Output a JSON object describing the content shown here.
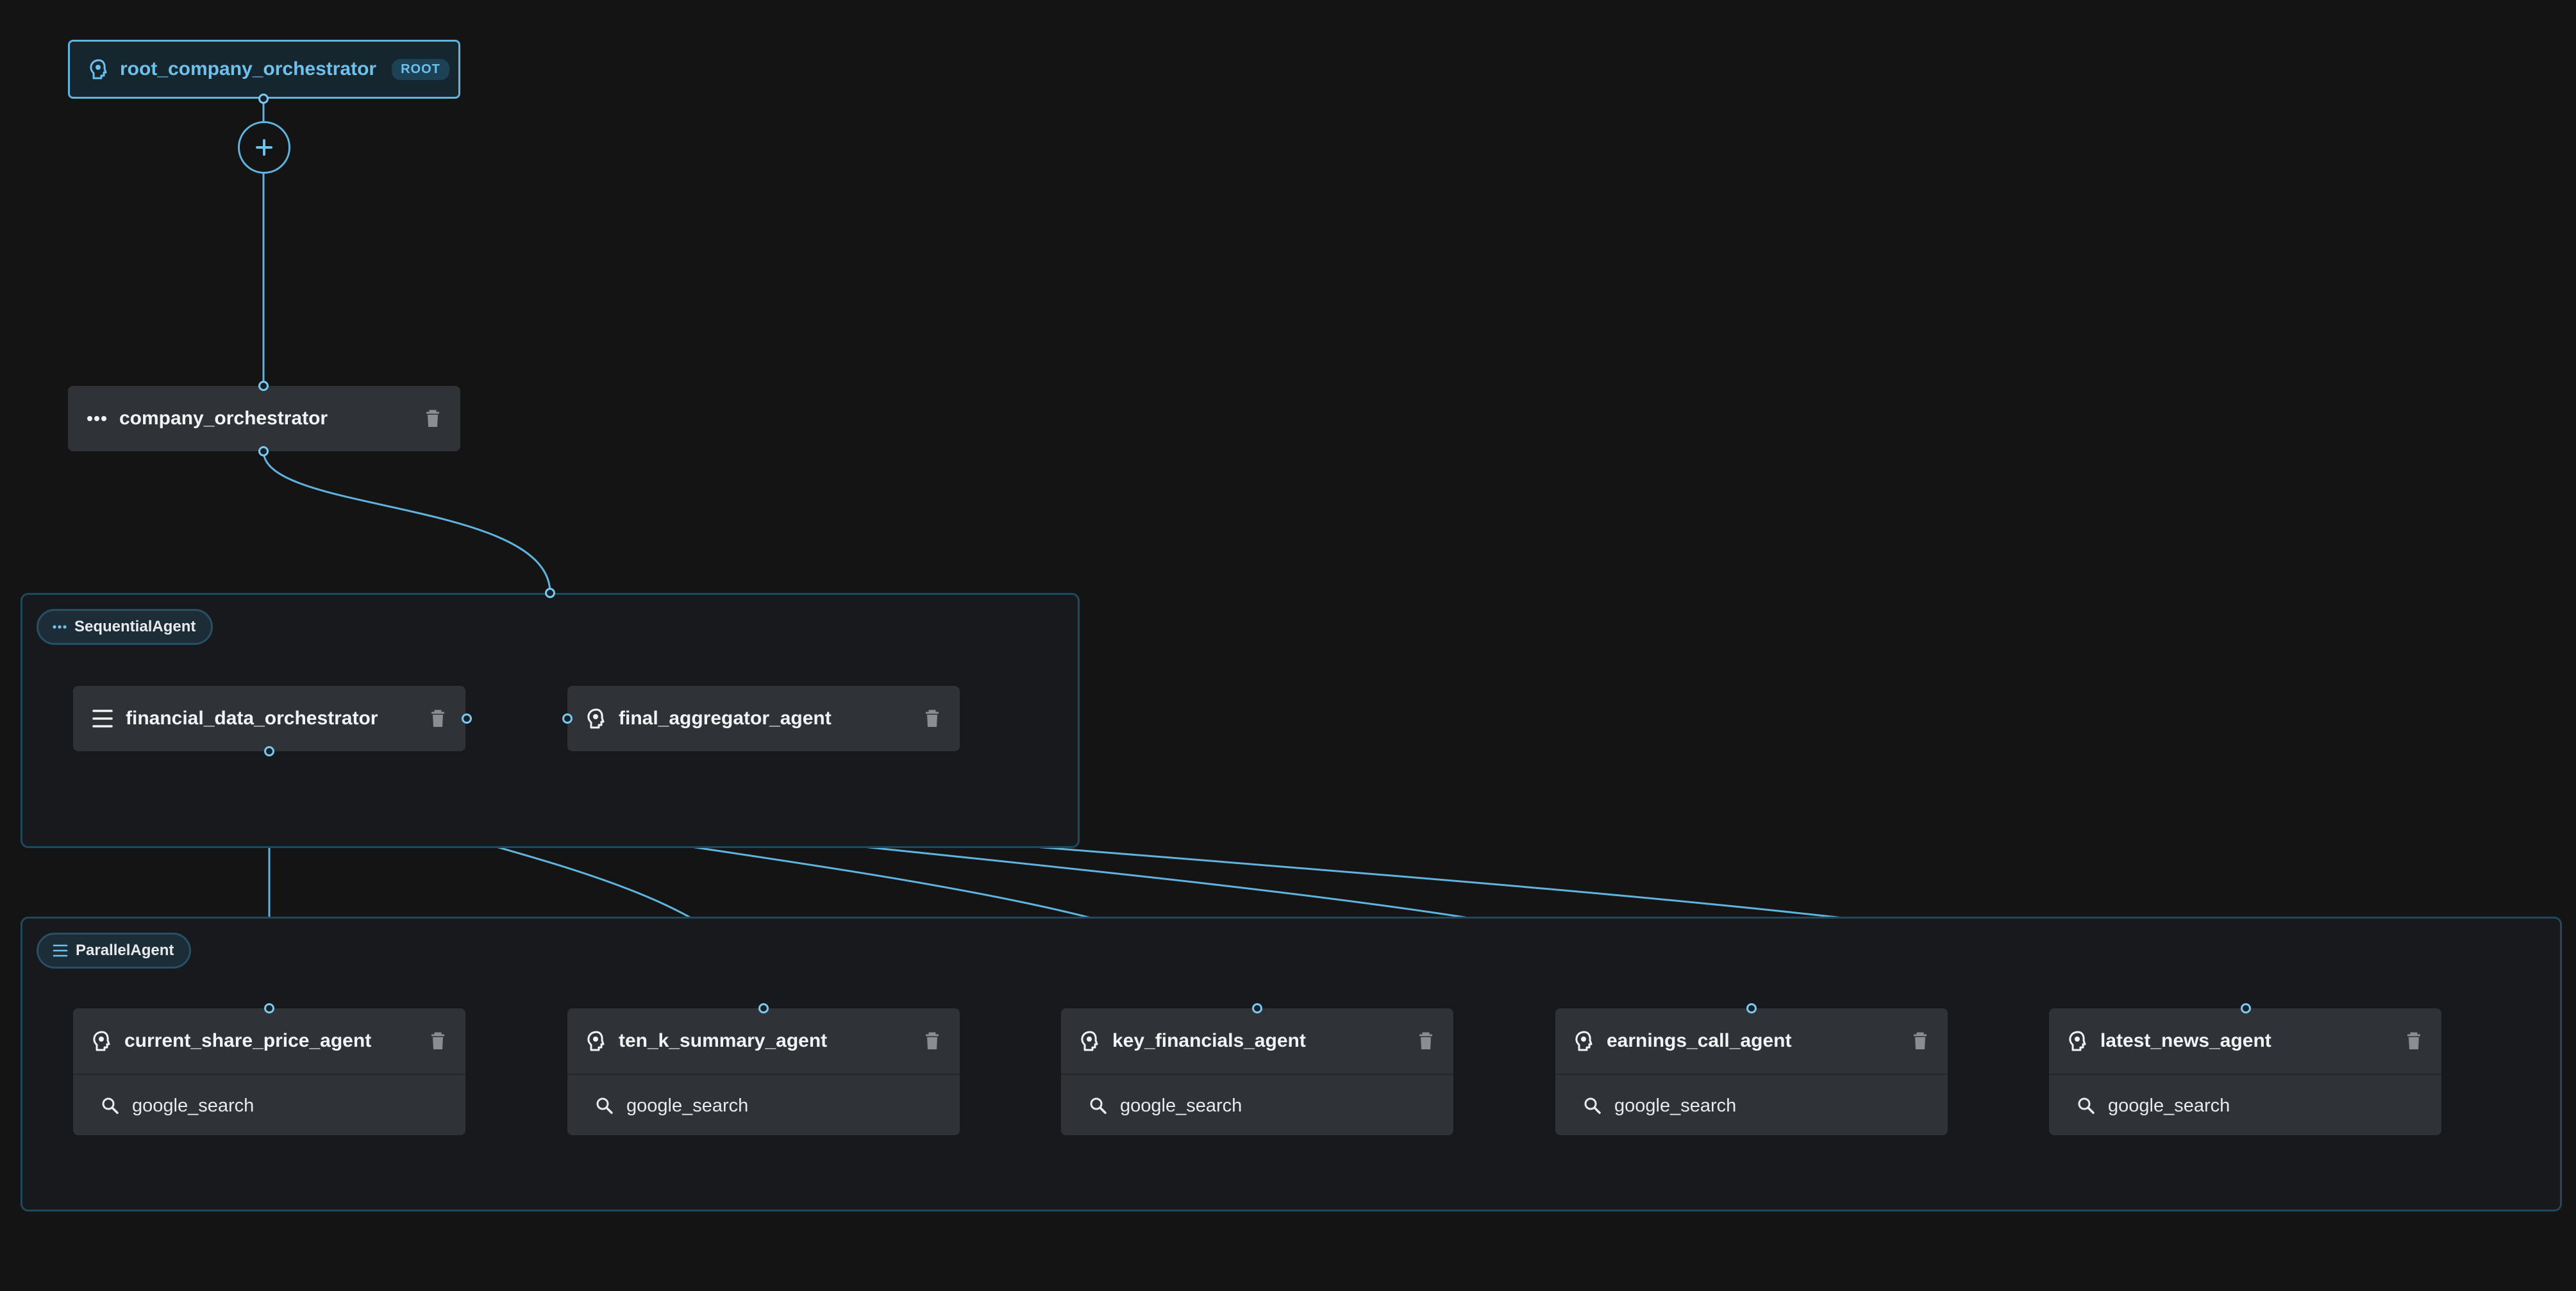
{
  "colors": {
    "edge": "#5fb4e0",
    "root_accent": "#6ec1ec",
    "node_bg": "#2f3236",
    "group_border": "#1f4a5e",
    "canvas_bg": "#141414"
  },
  "root": {
    "name": "root_company_orchestrator",
    "badge": "ROOT",
    "icon": "agent-icon",
    "add_icon": "plus-icon"
  },
  "company_orchestrator": {
    "name": "company_orchestrator",
    "icon": "sequential-dots-icon",
    "delete_icon": "trash-icon"
  },
  "sequential_group": {
    "label": "SequentialAgent",
    "icon": "sequential-dots-icon",
    "nodes": [
      {
        "name": "financial_data_orchestrator",
        "icon": "parallel-list-icon"
      },
      {
        "name": "final_aggregator_agent",
        "icon": "agent-icon"
      }
    ]
  },
  "parallel_group": {
    "label": "ParallelAgent",
    "icon": "parallel-list-icon",
    "nodes": [
      {
        "name": "current_share_price_agent",
        "tool": "google_search"
      },
      {
        "name": "ten_k_summary_agent",
        "tool": "google_search"
      },
      {
        "name": "key_financials_agent",
        "tool": "google_search"
      },
      {
        "name": "earnings_call_agent",
        "tool": "google_search"
      },
      {
        "name": "latest_news_agent",
        "tool": "google_search"
      }
    ]
  }
}
